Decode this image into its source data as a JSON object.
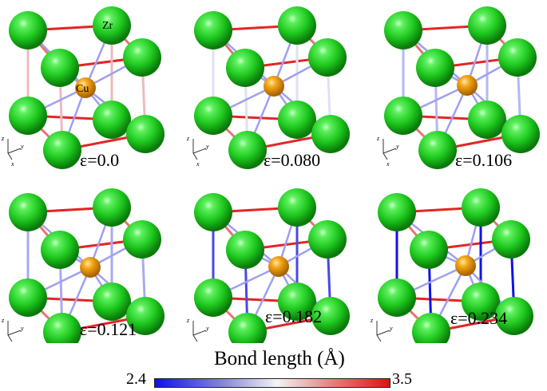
{
  "figure": {
    "panels": [
      {
        "id": "p1",
        "strain": "ε=0.0",
        "show_atom_labels": true
      },
      {
        "id": "p2",
        "strain": "ε=0.080",
        "show_atom_labels": false
      },
      {
        "id": "p3",
        "strain": "ε=0.106",
        "show_atom_labels": false
      },
      {
        "id": "p4",
        "strain": "ε=0.121",
        "show_atom_labels": false
      },
      {
        "id": "p5",
        "strain": "ε=0.182",
        "show_atom_labels": false
      },
      {
        "id": "p6",
        "strain": "ε=0.234",
        "show_atom_labels": false
      }
    ],
    "atom_labels": {
      "corner": "Zr",
      "center": "Cu"
    },
    "axes": {
      "z": "z",
      "y": "y",
      "x": "x"
    },
    "colorbar": {
      "title": "Bond length (Å)",
      "min_label": "2.4",
      "max_label": "3.5",
      "colors": {
        "short": "#1010e8",
        "mid": "#f4f4f4",
        "long": "#e01010"
      }
    },
    "colors": {
      "zr_atom": "#2ed62e",
      "cu_atom": "#f0a010"
    }
  }
}
